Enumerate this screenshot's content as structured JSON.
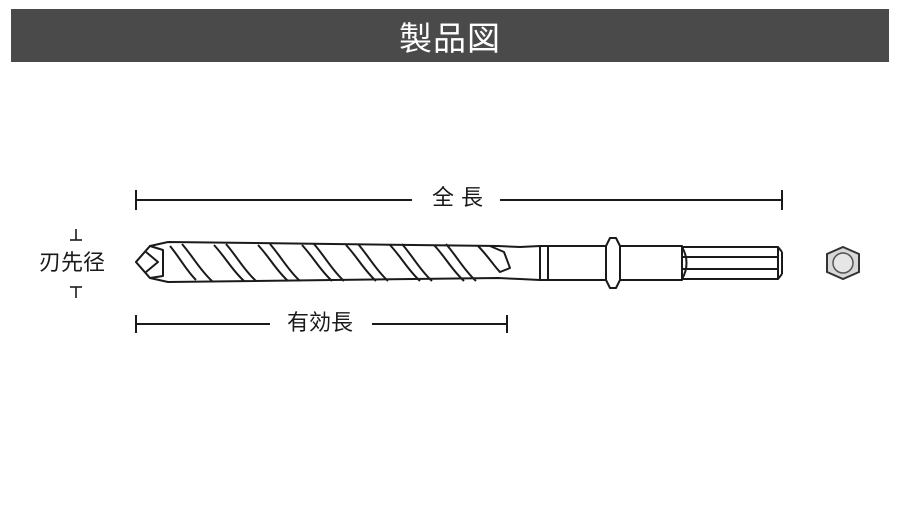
{
  "header": {
    "title": "製品図"
  },
  "dimensions": {
    "overall_length_label": "全 長",
    "effective_length_label": "有効長",
    "tip_diameter_label": "刃先径"
  },
  "colors": {
    "header_bg": "#4a4a4a",
    "line": "#1a1a1a",
    "hex_fill": "#d8d8d8"
  },
  "icons": {
    "drill_bit": "drill-bit-illustration",
    "hex_end_view": "hexagon-shank-end-icon"
  }
}
